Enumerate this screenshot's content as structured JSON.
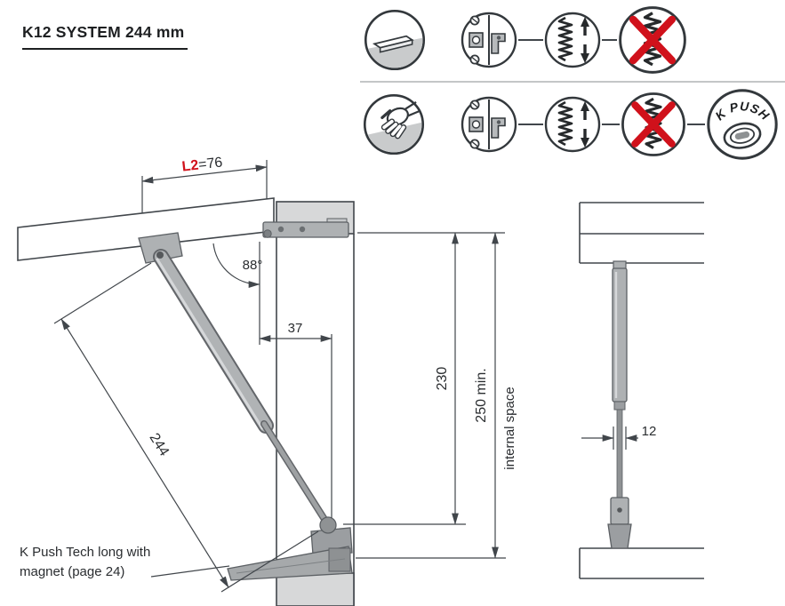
{
  "title": "K12 SYSTEM 244 mm",
  "colors": {
    "accent_red": "#d0111b",
    "line_dark": "#41464b",
    "panel_gray": "#d7d8d9",
    "metal_gray": "#aeb1b3"
  },
  "icon_strip": {
    "row1": [
      "shelf-panel",
      "hinge",
      "spring-travel",
      "no-spring"
    ],
    "row2": [
      "hand-press",
      "hinge",
      "spring-travel",
      "no-spring",
      "k-push"
    ],
    "k_push_text": "K PUSH"
  },
  "main_view": {
    "dims": {
      "l2_label": "L2",
      "l2_value": "=76",
      "opening_angle": "88°",
      "front_offset": "37",
      "strut_length": "244",
      "height": "230",
      "min_space": "250 min.",
      "internal_space": "internal space"
    },
    "note": {
      "line1": "K Push Tech long with",
      "line2": "magnet (page 24)"
    }
  },
  "side_view": {
    "dims": {
      "rod_offset": "12"
    }
  }
}
